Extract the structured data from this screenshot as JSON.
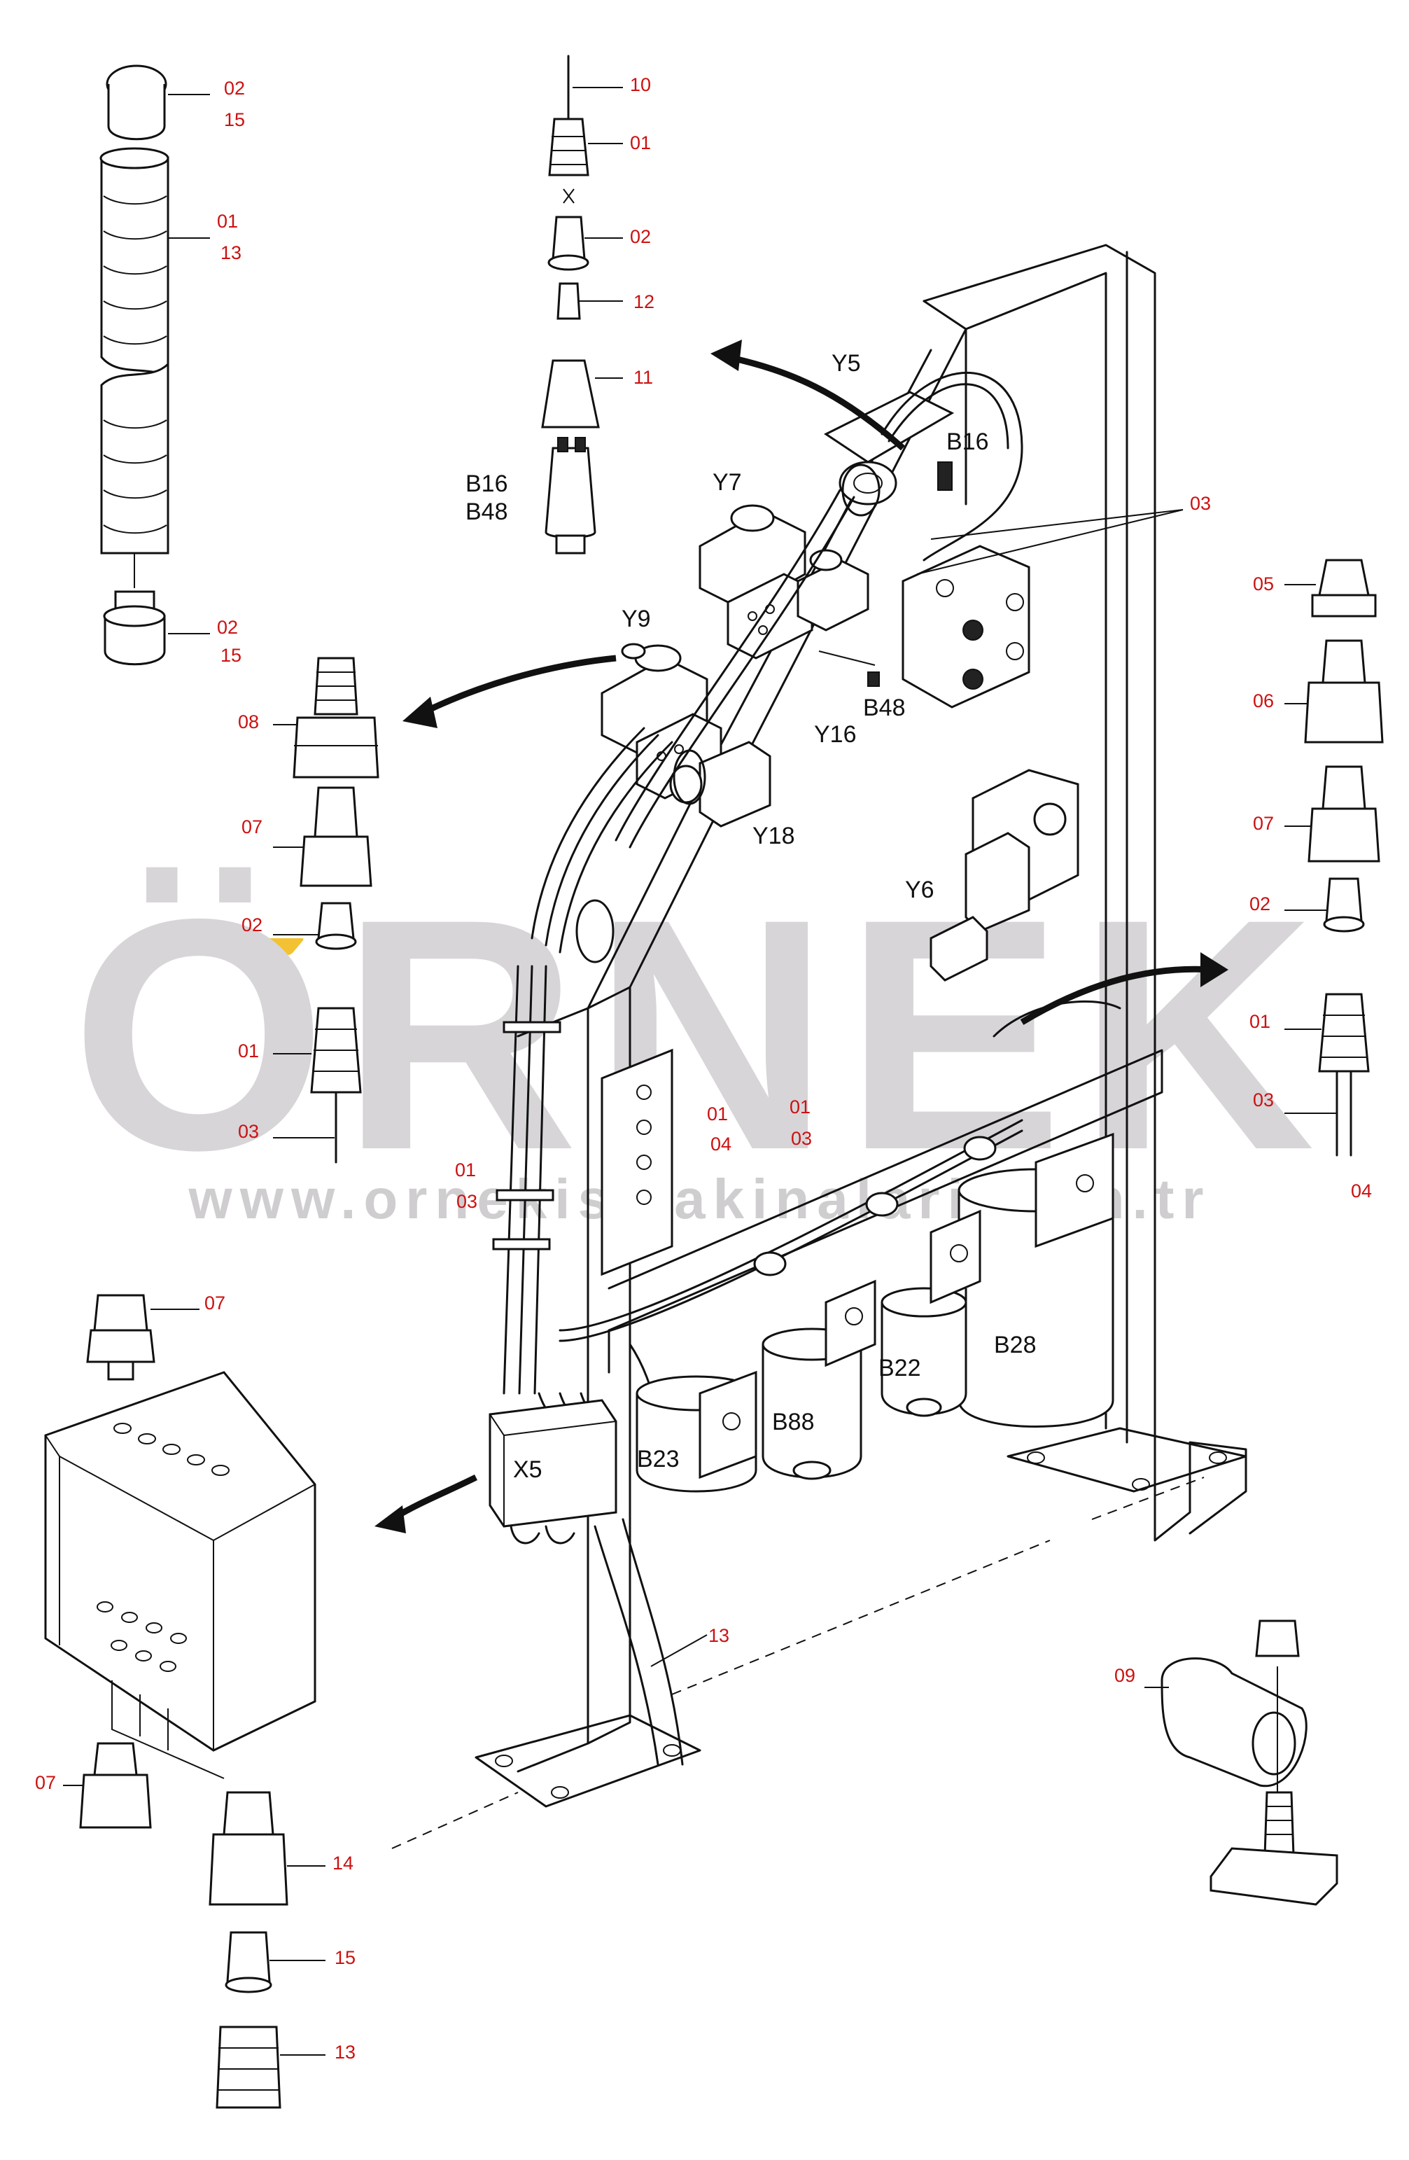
{
  "watermark": {
    "brand": "ÖRNEK",
    "url": "www.ornekismakinalari.com.tr",
    "accent_color": "#f2c232"
  },
  "colors": {
    "part_number_label": "#cc1111",
    "component_label": "#111111",
    "line": "#111111",
    "watermark": "#d7d5d8"
  },
  "component_labels": {
    "y5": "Y5",
    "b16_main": "B16",
    "y7": "Y7",
    "y9": "Y9",
    "b48_main": "B48",
    "y16": "Y16",
    "y18": "Y18",
    "y6": "Y6",
    "b28": "B28",
    "b22": "B22",
    "b88": "B88",
    "b23": "B23",
    "x5": "X5",
    "b16_detail": "B16",
    "b48_detail": "B48"
  },
  "callouts": {
    "tl_02a": "02",
    "tl_15a": "15",
    "tl_01": "01",
    "tl_13": "13",
    "tl_02b": "02",
    "tl_15b": "15",
    "tc_10": "10",
    "tc_01": "01",
    "tc_02": "02",
    "tc_12": "12",
    "tc_11": "11",
    "main_03": "03",
    "ml_08": "08",
    "ml_07": "07",
    "ml_02": "02",
    "ml_01": "01",
    "ml_03": "03",
    "mr_05": "05",
    "mr_06": "06",
    "mr_07": "07",
    "mr_02": "02",
    "mr_01": "01",
    "mr_03": "03",
    "mr_04": "04",
    "c_01a": "01",
    "c_04": "04",
    "c_01b": "01",
    "c_03a": "03",
    "c_01c": "01",
    "c_03b": "03",
    "bl_07a": "07",
    "bl_07b": "07",
    "bl_14": "14",
    "bl_15": "15",
    "bl_13": "13",
    "main_13": "13",
    "br_09": "09"
  }
}
